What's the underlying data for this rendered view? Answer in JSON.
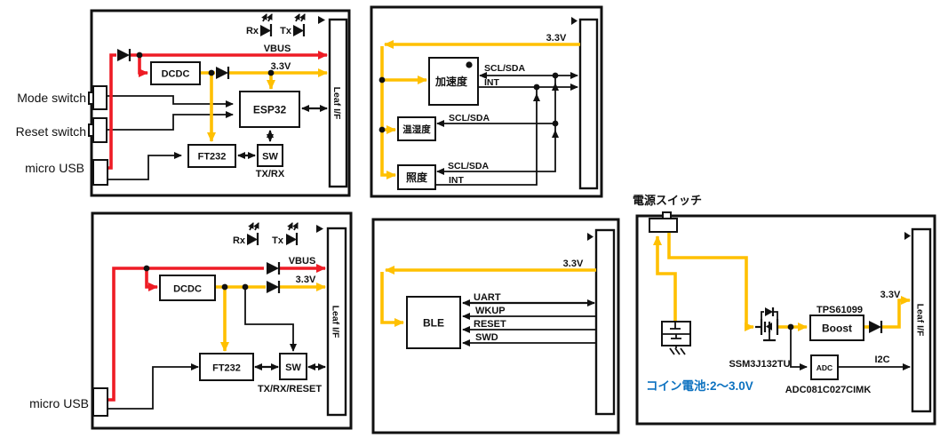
{
  "colors": {
    "power_wire": "#EE1C25",
    "v33_wire": "#FFC000",
    "signal_wire": "#111111",
    "battery_note": "#0D72C0",
    "background": "#FFFFFF"
  },
  "esp32_board": {
    "mode_switch": "Mode switch",
    "reset_switch": "Reset switch",
    "micro_usb": "micro USB",
    "rx": "Rx",
    "tx": "Tx",
    "vbus": "VBUS",
    "v33": "3.3V",
    "dcdc": "DCDC",
    "esp32": "ESP32",
    "ft232": "FT232",
    "sw": "SW",
    "sw_signals": "TX/RX",
    "leaf_if": "Leaf I/F"
  },
  "sensor_board": {
    "v33": "3.3V",
    "accelerometer": "加速度",
    "temp_humidity": "温湿度",
    "illuminance": "照度",
    "scl_sda": "SCL/SDA",
    "int": "INT"
  },
  "usb_board": {
    "micro_usb": "micro USB",
    "rx": "Rx",
    "tx": "Tx",
    "vbus": "VBUS",
    "v33": "3.3V",
    "dcdc": "DCDC",
    "ft232": "FT232",
    "sw": "SW",
    "sw_signals": "TX/RX/RESET",
    "leaf_if": "Leaf I/F"
  },
  "ble_board": {
    "v33": "3.3V",
    "ble": "BLE",
    "uart": "UART",
    "wkup": "WKUP",
    "reset": "RESET",
    "swd": "SWD"
  },
  "power_board": {
    "power_switch": "電源スイッチ",
    "battery_note": "コイン電池:2～3.0V",
    "mosfet_part": "SSM3J132TU",
    "boost_part": "TPS61099",
    "boost": "Boost",
    "adc": "ADC",
    "adc_part": "ADC081C027CIMK",
    "i2c": "I2C",
    "v33": "3.3V",
    "leaf_if": "Leaf I/F"
  }
}
